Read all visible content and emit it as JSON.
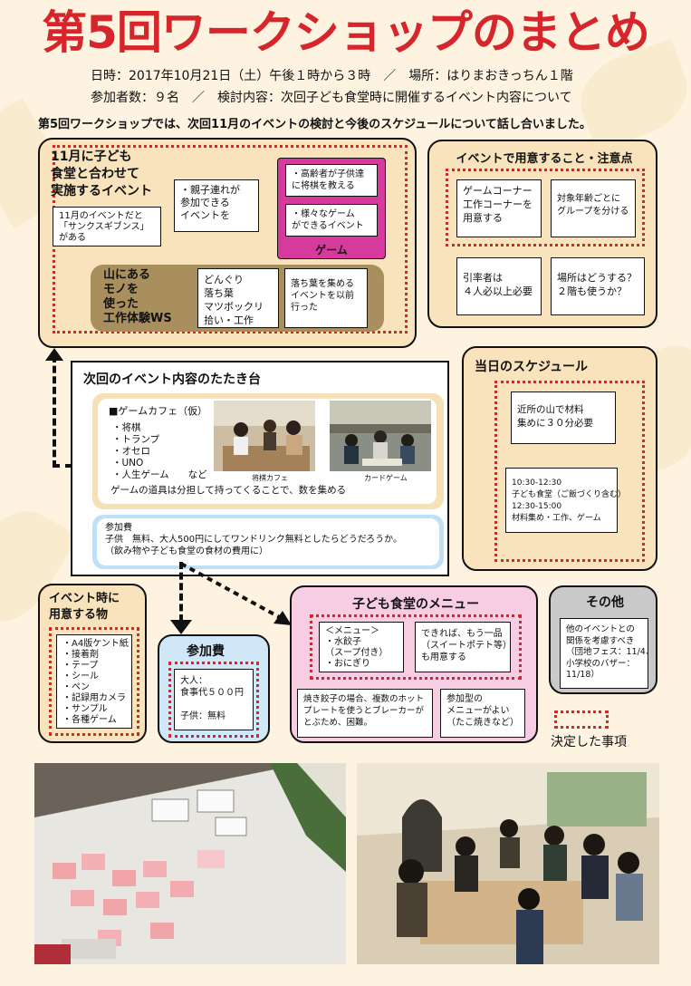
{
  "title": "第5回ワークショップのまとめ",
  "info": {
    "line1": "日時：2017年10月21日（土）午後１時から３時　／　場所：はりまおきっちん１階",
    "line2": "参加者数：９名　／　検討内容：次回子ども食堂時に開催するイベント内容について"
  },
  "intro": "第5回ワークショップでは、次回11月のイベントの検討と今後のスケジュールについて話し合いました。",
  "panel_nov": {
    "heading": [
      "11月に子ども",
      "食堂と合わせて",
      "実施するイベント"
    ],
    "note": [
      "11月のイベントだと",
      "「サンクスギブンス」",
      "がある"
    ],
    "parent": [
      "・親子連れが",
      "参加できる",
      "イベントを"
    ],
    "game_items": [
      [
        "・高齢者が子供達",
        "に将棋を教える"
      ],
      [
        "・様々なゲーム",
        "ができるイベント"
      ]
    ],
    "game_label": "ゲーム",
    "ws_label": [
      "山にある",
      "モノを",
      "使った",
      "工作体験WS"
    ],
    "ws_items": [
      "どんぐり",
      "落ち葉",
      "マツボックリ",
      "拾い・工作"
    ],
    "ws_note": [
      "落ち葉を集める",
      "イベントを以前",
      "行った"
    ]
  },
  "panel_prep": {
    "heading": "イベントで用意すること・注意点",
    "item1": [
      "ゲームコーナー",
      "工作コーナーを",
      "用意する"
    ],
    "item2": [
      "対象年齢ごとに",
      "グループを分ける"
    ],
    "item3": [
      "引率者は",
      "４人必以上必要"
    ],
    "item4": [
      "場所はどうする？",
      "２階も使うか？"
    ]
  },
  "panel_draft": {
    "heading": "次回のイベント内容のたたき台",
    "cafe_title": "■ゲームカフェ（仮）",
    "cafe_items": [
      "・将棋",
      "・トランプ",
      "・オセロ",
      "・UNO",
      "・人生ゲーム　　など"
    ],
    "caption1": "将棋カフェ",
    "caption2": "カードゲーム",
    "tools": "ゲームの道具は分担して持ってくることで、数を集める",
    "fee_title": "参加費",
    "fee_line1": "子供　無料、大人500円にしてワンドリンク無料としたらどうだろうか。",
    "fee_line2": "（飲み物や子ども食堂の食材の費用に）"
  },
  "panel_schedule": {
    "heading": "当日のスケジュール",
    "item1": [
      "近所の山で材料",
      "集めに３０分必要"
    ],
    "item2": [
      "10:30-12:30",
      "子ども食堂（ご飯づくり含む）",
      "12:30-15:00",
      "材料集め・工作、ゲーム"
    ]
  },
  "panel_items": {
    "heading": [
      "イベント時に",
      "用意する物"
    ],
    "list": [
      "・A4版ケント紙",
      "・接着剤",
      "・テープ",
      "・シール",
      "・ペン",
      "・記録用カメラ",
      "・サンプル",
      "・各種ゲーム"
    ]
  },
  "panel_fee": {
    "heading": "参加費",
    "lines": [
      "大人：",
      "食事代５００円",
      "",
      "子供：無料"
    ]
  },
  "panel_menu": {
    "heading": "子ども食堂のメニュー",
    "menu": [
      "＜メニュー＞",
      "・水餃子",
      "（スープ付き）",
      "・おにぎり"
    ],
    "extra": [
      "できれば、もう一品",
      "（スイートポテト等）",
      "も用意する"
    ],
    "note1": [
      "焼き餃子の場合、複数のホット",
      "プレートを使うとブレーカーが",
      "とぶため、困難。"
    ],
    "note2": [
      "参加型の",
      "メニューがよい",
      "（たこ焼きなど）"
    ]
  },
  "panel_other": {
    "heading": "その他",
    "lines": [
      "他のイベントとの",
      "関係を考慮すべき",
      "（団地フェス：11/4、",
      "小学校のバザー：",
      "11/18）"
    ]
  },
  "legend": "決定した事項",
  "colors": {
    "accent": "#d7262b",
    "tan": "#f8e3bc",
    "pink": "#f7cde3",
    "game": "#d63a9c",
    "ws": "#a98f5e",
    "blue": "#cfe7f7",
    "grey": "#c9c9c9"
  }
}
